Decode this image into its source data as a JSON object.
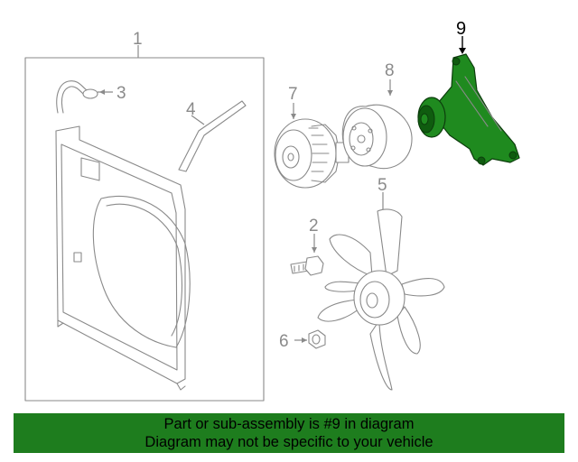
{
  "diagram": {
    "callouts": {
      "c1": "1",
      "c2": "2",
      "c3": "3",
      "c4": "4",
      "c5": "5",
      "c6": "6",
      "c7": "7",
      "c8": "8",
      "c9": "9"
    },
    "highlighted_part": "9",
    "highlight_color": "#1e7d1e"
  },
  "banner": {
    "line1": "Part or sub-assembly is #9 in diagram",
    "line2": "Diagram may not be specific to your vehicle"
  }
}
